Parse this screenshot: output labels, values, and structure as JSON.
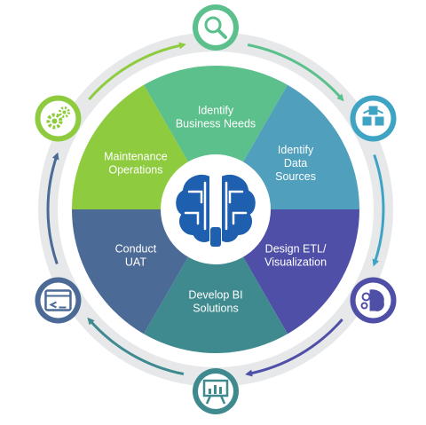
{
  "segments": [
    {
      "id": "identify-business-needs",
      "lines": [
        "Identify",
        "Business Needs"
      ],
      "color": "#5cc08c"
    },
    {
      "id": "identify-data-sources",
      "lines": [
        "Identify",
        "Data",
        "Sources"
      ],
      "color": "#4f9fbd"
    },
    {
      "id": "design-etl",
      "lines": [
        "Design ETL/",
        "Visualization"
      ],
      "color": "#4f4fa8"
    },
    {
      "id": "develop-bi",
      "lines": [
        "Develop BI",
        "Solutions"
      ],
      "color": "#3f8a8e"
    },
    {
      "id": "conduct-uat",
      "lines": [
        "Conduct",
        "UAT"
      ],
      "color": "#4b6a96"
    },
    {
      "id": "maintenance",
      "lines": [
        "Maintenance",
        "Operations"
      ],
      "color": "#8ecb3f"
    }
  ],
  "nodes": [
    {
      "icon": "search-icon",
      "ring_color": "#5cc08c"
    },
    {
      "icon": "cubes-icon",
      "ring_color": "#3fa3c4"
    },
    {
      "icon": "brain-gears-icon",
      "ring_color": "#4f4fa8"
    },
    {
      "icon": "presentation-chart-icon",
      "ring_color": "#3f8a8e"
    },
    {
      "icon": "browser-window-icon",
      "ring_color": "#4b6a96"
    },
    {
      "icon": "gears-icon",
      "ring_color": "#8ecb3f"
    }
  ],
  "center_icon": "brain-icon",
  "colors": {
    "outer_ring": "#e6e8ea",
    "center_circle": "#ffffff",
    "brain": "#1f5fb0"
  }
}
